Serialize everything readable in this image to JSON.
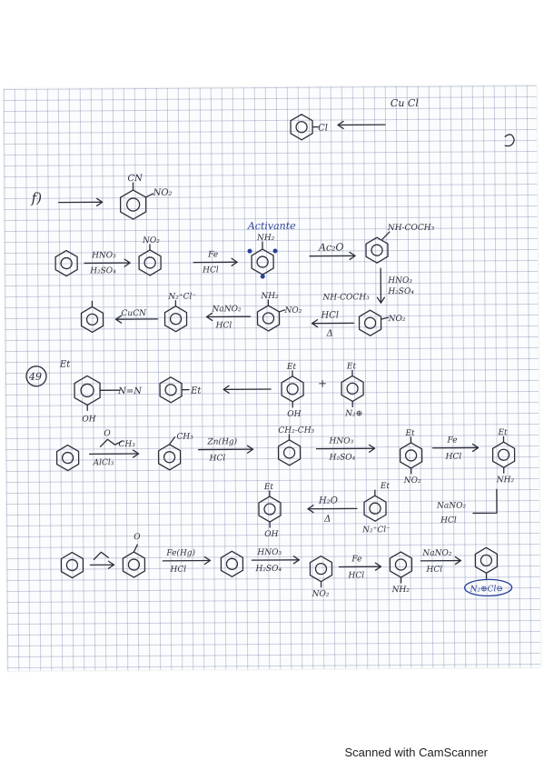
{
  "page": {
    "background": "#ffffff",
    "grid_color": "#465a8c",
    "ink_color": "#2b2f3a",
    "note_ink_color": "#2a3f9a"
  },
  "footer": {
    "text": "Scanned with CamScanner"
  },
  "labels": {
    "cu_cl": "Cu Cl",
    "cl_sub": "Cl",
    "f_label": "f)",
    "cn": "CN",
    "no2": "NO₂",
    "no2_b": "NO₂",
    "no2_c": "NO₂",
    "no2_d": "NO₂",
    "hno3": "HNO₃",
    "h2so4": "H₂SO₄",
    "fe": "Fe",
    "hcl": "HCl",
    "activante": "Activante",
    "nh2": "NH₂",
    "ac2o": "Ac₂O",
    "nh_coch3": "NH-COCH₃",
    "hno3_b": "HNO₃",
    "h2so4_b": "H₂SO₄",
    "nh_coch3_b": "NH-COCH₃",
    "hcl_b": "HCl",
    "delta": "Δ",
    "cucn": "CuCN",
    "n2cl": "N₂⁺Cl⁻",
    "nano2": "NaNO₂",
    "hcl_c": "HCl",
    "nh2_b": "NH₂",
    "problem_no": "49",
    "et_1": "Et",
    "oh_1": "OH",
    "azo": "N=N",
    "et_2": "Et",
    "et_3": "Et",
    "et_4": "Et",
    "plus": "+",
    "oh_2": "OH",
    "n2_plus": "N₂⊕",
    "acyl_ch3": "CH₃",
    "alcl3": "AlCl₃",
    "zn_hg": "Zn(Hg)",
    "hcl_d": "HCl",
    "ch2ch3": "CH₂-CH₃",
    "hno3_c": "HNO₃",
    "h2so4_c": "H₂SO₄",
    "et_5": "Et",
    "no2_e": "NO₂",
    "fe_b": "Fe",
    "hcl_e": "HCl",
    "et_6": "Et",
    "nh2_c": "NH₂",
    "et_7": "Et",
    "oh_3": "OH",
    "h2o": "H₂O",
    "delta_b": "Δ",
    "et_8": "Et",
    "n2cl_b": "N₂⁺Cl⁻",
    "nano2_b": "NaNO₂",
    "hcl_f": "HCl",
    "acyl_ch3_b": "CH₃",
    "fe_hg": "Fe(Hg)",
    "hcl_g": "HCl",
    "hno3_d": "HNO₃",
    "h2so4_d": "H₂SO₄",
    "fe_c": "Fe",
    "hcl_h": "HCl",
    "nano2_c": "NaNO₂",
    "hcl_i": "HCl",
    "no2_f": "NO₂",
    "nh2_d": "NH₂",
    "n2cl_c": "N₂⊕Cl⊖",
    "o": "O",
    "o_b": "O"
  }
}
